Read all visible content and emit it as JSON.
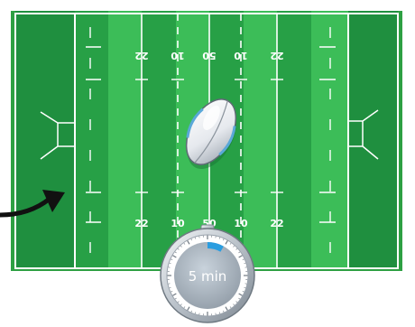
{
  "field": {
    "colors": {
      "dark_green": "#1c8a3c",
      "mid_green": "#27a046",
      "light_green": "#3cbd58",
      "border_green": "#2ea043",
      "line": "#ffffff"
    },
    "yard_labels_top": [
      "22",
      "10",
      "50",
      "10",
      "22"
    ],
    "yard_labels_bottom": [
      "22",
      "10",
      "50",
      "10",
      "22"
    ]
  },
  "ball": {
    "icon": "rugby-ball-icon"
  },
  "arrow": {
    "icon": "curved-arrow-icon",
    "color": "#111111"
  },
  "timer": {
    "icon": "stopwatch-icon",
    "label": "5 min",
    "progress_fraction": 0.08,
    "accent": "#2a9de0"
  }
}
